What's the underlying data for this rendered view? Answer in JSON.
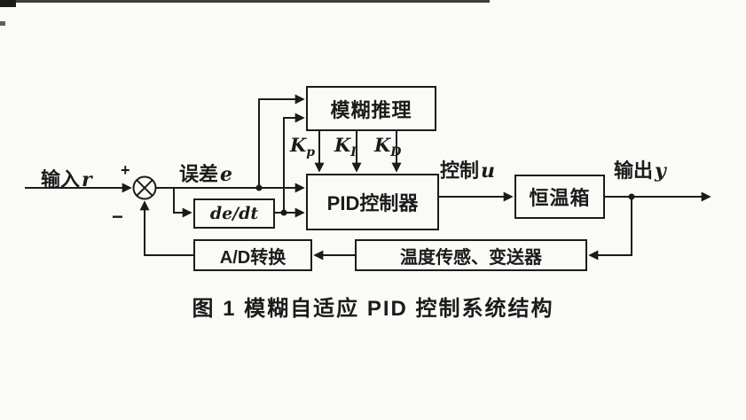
{
  "labels": {
    "input_cn": "输入",
    "input_math": "r",
    "error_cn": "误差",
    "error_math": "e",
    "control_cn": "控制",
    "control_math": "u",
    "output_cn": "输出",
    "output_math": "y",
    "plus": "+",
    "minus": "−"
  },
  "gains": [
    {
      "base": "K",
      "sub": "p"
    },
    {
      "base": "K",
      "sub": "I"
    },
    {
      "base": "K",
      "sub": "D"
    }
  ],
  "blocks": {
    "fuzzy_inference": "模糊推理",
    "pid_controller": "PID控制器",
    "derivative": "de/dt",
    "plant": "恒温箱",
    "ad_converter": "A/D转换",
    "sensor": "温度传感、变送器"
  },
  "caption": "图 1  模糊自适应 PID 控制系统结构",
  "colors": {
    "ink": "#1b1b1b",
    "paper": "#fafaf7"
  }
}
